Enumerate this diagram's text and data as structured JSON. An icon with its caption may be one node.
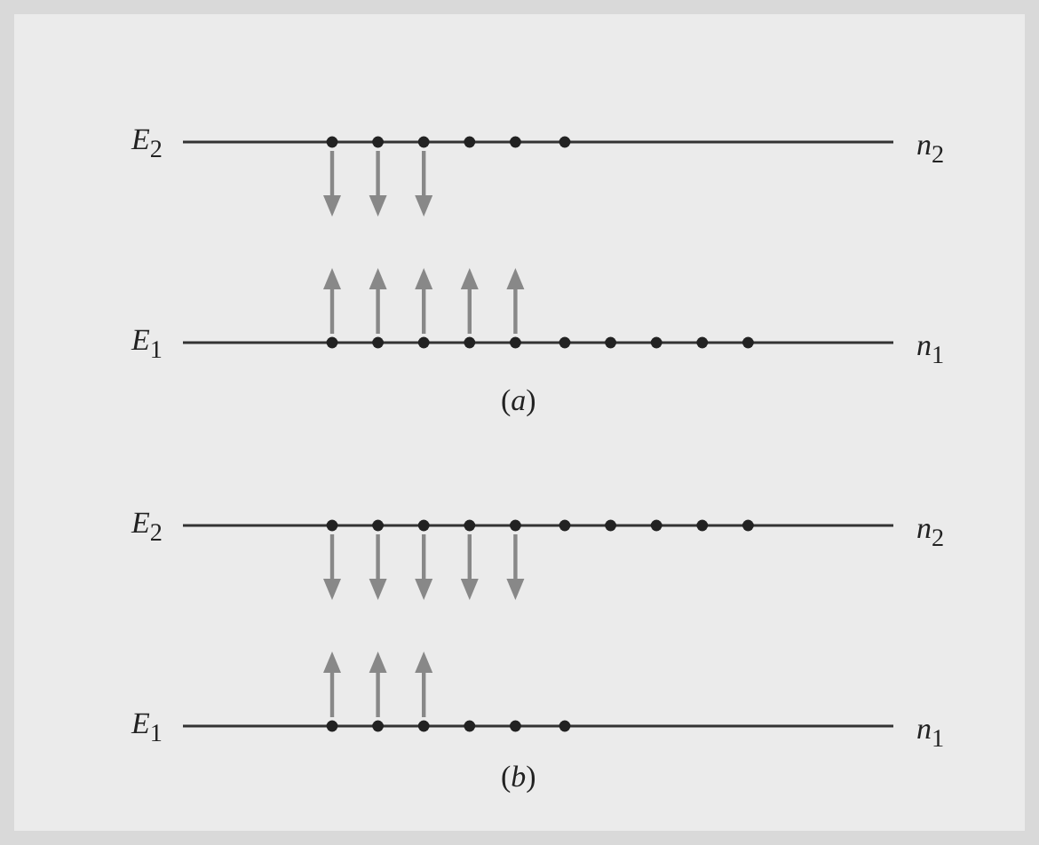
{
  "diagram": {
    "labels": [
      "*E*$_{2}$",
      "*n*$_{2}$",
      "*E*$_{1}$",
      "*n*$_{1}$",
      "(*a*)",
      "*E*$_{2}$",
      "*n*$_{2}$",
      "*E*$_{1}$",
      "*n*$_{1}$",
      "(*b*)"
    ]
  }
}
